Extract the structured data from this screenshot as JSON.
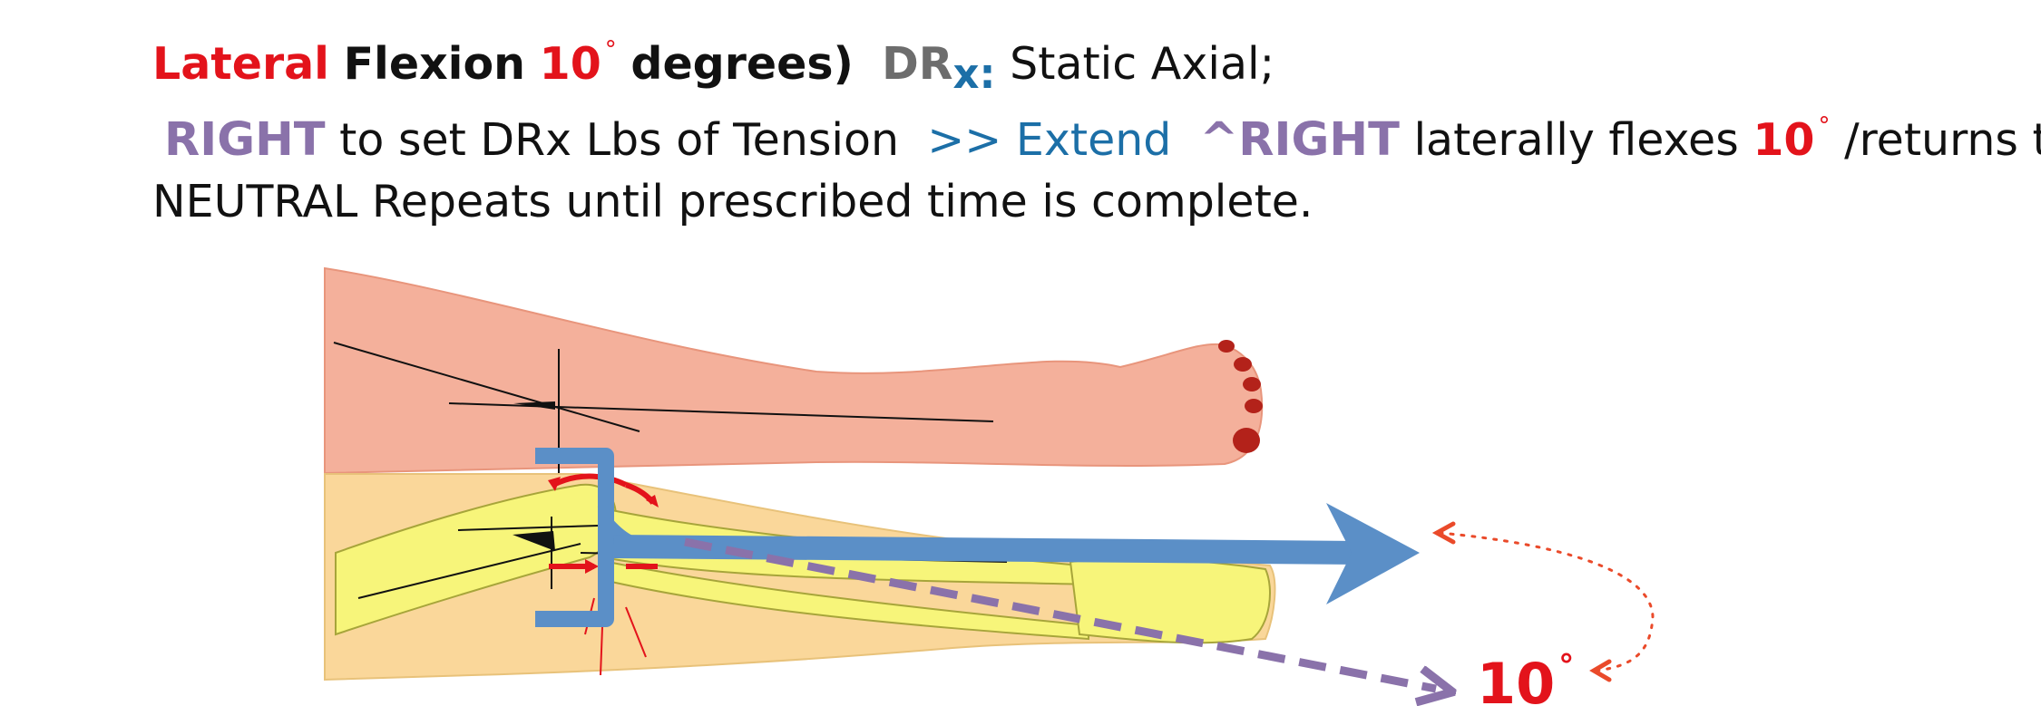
{
  "instruction": {
    "line1": {
      "lateral": "Lateral",
      "flexion": "Flexion",
      "angle": "10",
      "degree_symbol": "°",
      "degrees_paren": "degrees)",
      "dr": "DR",
      "x": "x:",
      "mode": "Static Axial;"
    },
    "line2": {
      "right": "RIGHT",
      "tension": "to set DRx Lbs of Tension",
      "extend": ">> Extend",
      "right_caret": "^RIGHT",
      "flexes": "laterally flexes",
      "angle": "10",
      "degree_symbol": "°",
      "returns": "/returns to"
    },
    "line3": {
      "text": "NEUTRAL Repeats until prescribed time is complete."
    }
  },
  "figure": {
    "angle_label": "10",
    "degree_symbol": "°"
  },
  "colors": {
    "red": "#e3131b",
    "purple": "#8a72aa",
    "blue_arrow": "#5b8fc7",
    "text_blue": "#1c6fa7",
    "grey": "#6d6d6d",
    "skin": "#f4b09b",
    "bone": "#f7f57a",
    "tissue": "#fad79a"
  }
}
